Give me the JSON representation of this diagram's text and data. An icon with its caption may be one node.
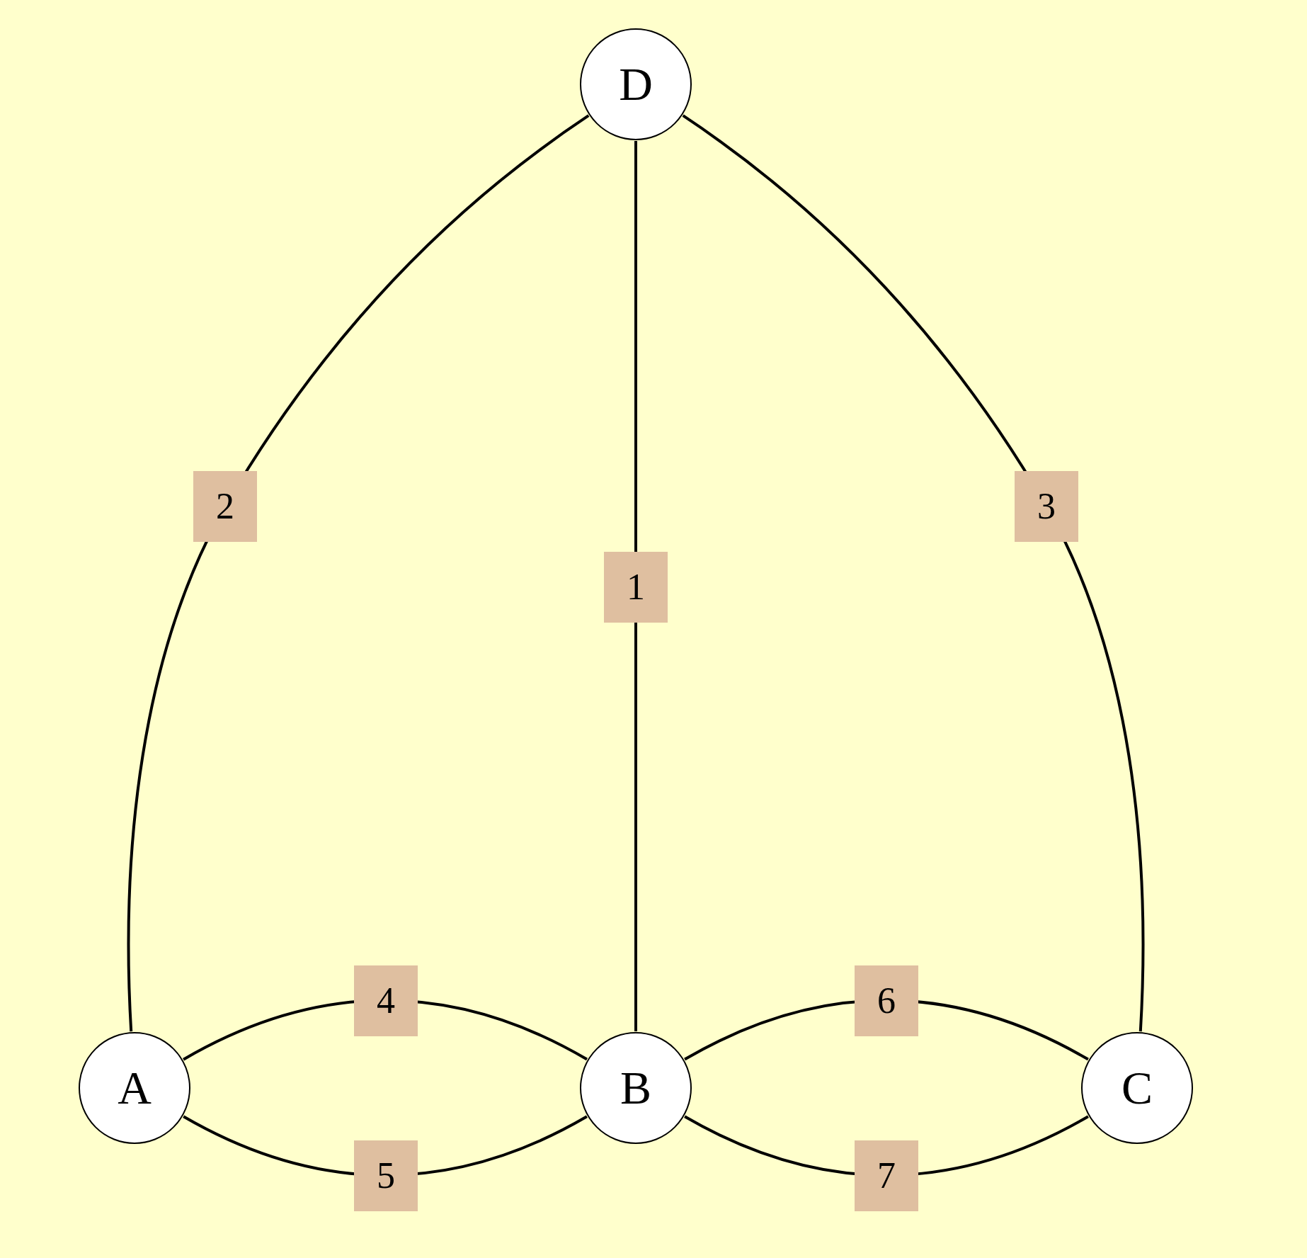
{
  "diagram": {
    "nodes": [
      {
        "text": [
          "D"
        ]
      },
      {
        "text": [
          "A"
        ]
      },
      {
        "text": [
          "B"
        ]
      },
      {
        "text": [
          "C"
        ]
      }
    ],
    "edges": [
      {
        "from": 0,
        "to": 2,
        "arrow": "none",
        "label": "1"
      },
      {
        "from": 0,
        "to": 1,
        "arrow": "none",
        "label": "2"
      },
      {
        "from": 0,
        "to": 3,
        "arrow": "none",
        "label": "3"
      },
      {
        "from": 1,
        "to": 2,
        "arrow": "none",
        "label": "4"
      },
      {
        "from": 1,
        "to": 2,
        "arrow": "none",
        "label": "5"
      },
      {
        "from": 2,
        "to": 3,
        "arrow": "none",
        "label": "6"
      },
      {
        "from": 2,
        "to": 3,
        "arrow": "none",
        "label": "7"
      }
    ]
  }
}
